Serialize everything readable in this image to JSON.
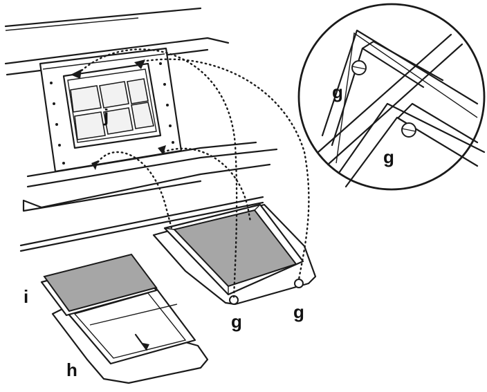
{
  "labels": {
    "filter_holder": "j",
    "filter_pad": "i",
    "filter_frame": "h",
    "clip_left": "g",
    "clip_right": "g",
    "detail_clip_top": "g",
    "detail_clip_bottom": "g"
  }
}
